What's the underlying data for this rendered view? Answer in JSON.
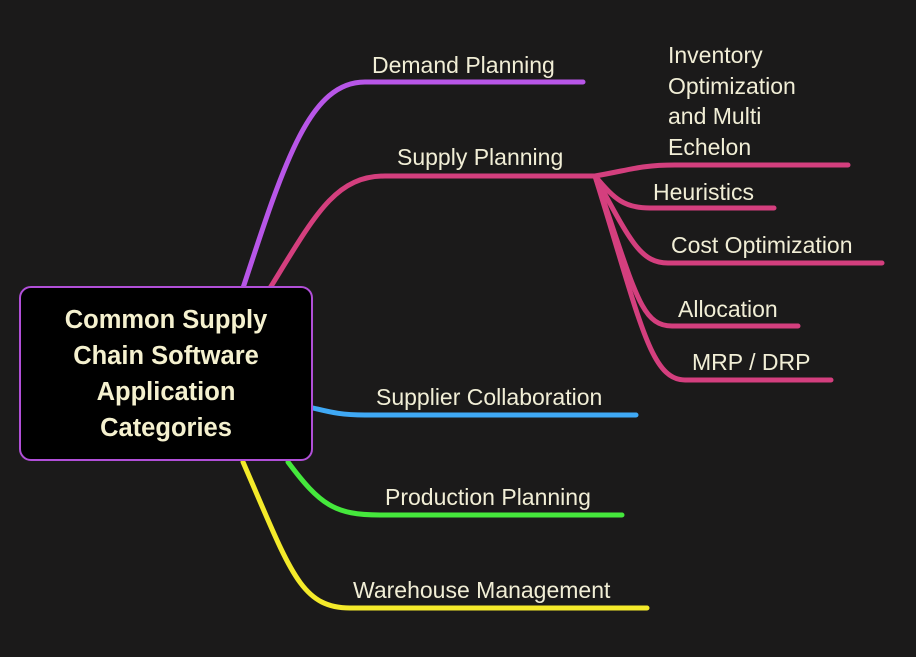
{
  "central": {
    "title": "Common Supply Chain Software Application Categories",
    "border_color": "#b14fd8"
  },
  "branches": [
    {
      "id": "demand",
      "label": "Demand Planning",
      "color": "#b856e8"
    },
    {
      "id": "supply",
      "label": "Supply Planning",
      "color": "#d43f7e",
      "children": [
        {
          "id": "inventory",
          "label": "Inventory\nOptimization\nand Multi\nEchelon"
        },
        {
          "id": "heuristics",
          "label": "Heuristics"
        },
        {
          "id": "cost",
          "label": "Cost Optimization"
        },
        {
          "id": "allocation",
          "label": "Allocation"
        },
        {
          "id": "mrp",
          "label": "MRP / DRP"
        }
      ]
    },
    {
      "id": "supplier",
      "label": "Supplier Collaboration",
      "color": "#3fa9f5"
    },
    {
      "id": "production",
      "label": "Production Planning",
      "color": "#45e83c"
    },
    {
      "id": "warehouse",
      "label": "Warehouse Management",
      "color": "#f4ea2a"
    }
  ]
}
